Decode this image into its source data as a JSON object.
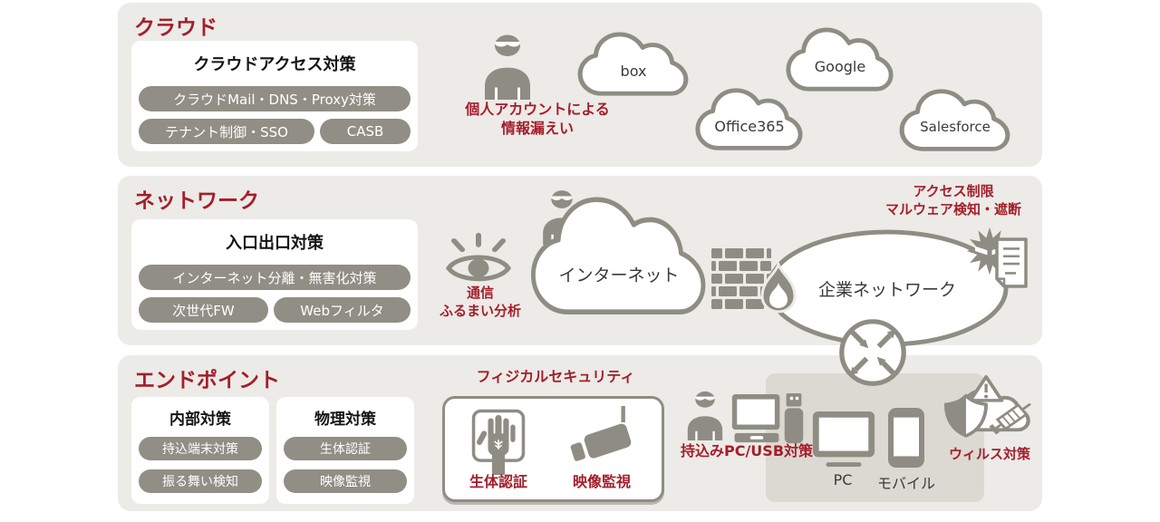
{
  "palette": {
    "section_bg": "#ECEBE7",
    "card_bg": "#FFFFFF",
    "pill_bg": "#918E85",
    "pill_text": "#FFFFFF",
    "accent_red": "#A51E2B",
    "icon_gray": "#8F8D83",
    "inner_box_bg": "#DCD9D2",
    "label_dark": "#3A3A3A"
  },
  "sections": {
    "cloud": {
      "title": "クラウド",
      "card": {
        "title": "クラウドアクセス対策",
        "pill_wide": "クラウドMail・DNS・Proxy対策",
        "pill_left": "テナント制御・SSO",
        "pill_right": "CASB"
      },
      "threat_caption": "個人アカウントによる\n情報漏えい",
      "services": [
        {
          "label": "box"
        },
        {
          "label": "Office365"
        },
        {
          "label": "Google"
        },
        {
          "label": "Salesforce"
        }
      ]
    },
    "network": {
      "title": "ネットワーク",
      "card": {
        "title": "入口出口対策",
        "pill_wide": "インターネット分離・無害化対策",
        "pill_left": "次世代FW",
        "pill_right": "Webフィルタ"
      },
      "analysis_caption": "通信\nふるまい分析",
      "internet_label": "インターネット",
      "enterprise_label": "企業ネットワーク",
      "access_caption": "アクセス制限\nマルウェア検知・遮断"
    },
    "endpoint": {
      "title": "エンドポイント",
      "card_internal": {
        "title": "内部対策",
        "pills": [
          "持込端末対策",
          "振る舞い検知"
        ]
      },
      "card_physical": {
        "title": "物理対策",
        "pills": [
          "生体認証",
          "映像監視"
        ]
      },
      "physical_security": {
        "title": "フィジカルセキュリティ",
        "biometric_label": "生体認証",
        "camera_label": "映像監視"
      },
      "byod_caption": "持込みPC/USB対策",
      "devices": {
        "pc_label": "PC",
        "mobile_label": "モバイル"
      },
      "antivirus_caption": "ウィルス対策"
    }
  }
}
